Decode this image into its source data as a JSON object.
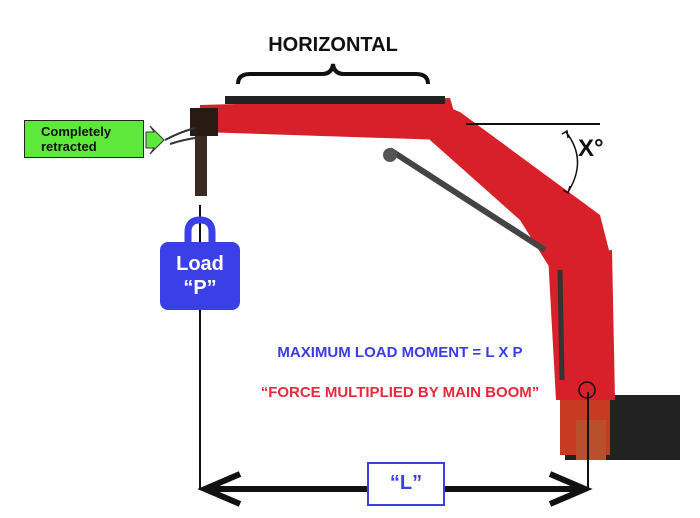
{
  "labels": {
    "horizontal": "HORIZONTAL",
    "completely_retracted": "Completely retracted",
    "load_line1": "Load",
    "load_line2": "“P”",
    "angle": "X°",
    "formula": "MAXIMUM LOAD MOMENT = L X P",
    "force_note": "“FORCE MULTIPLIED BY MAIN BOOM”",
    "length": "“L”"
  },
  "colors": {
    "crane_red": "#d8202a",
    "load_blue": "#3a40e6",
    "retracted_green": "#5ee83c",
    "formula_blue": "#3a3ae8",
    "note_red": "#e8283c"
  }
}
